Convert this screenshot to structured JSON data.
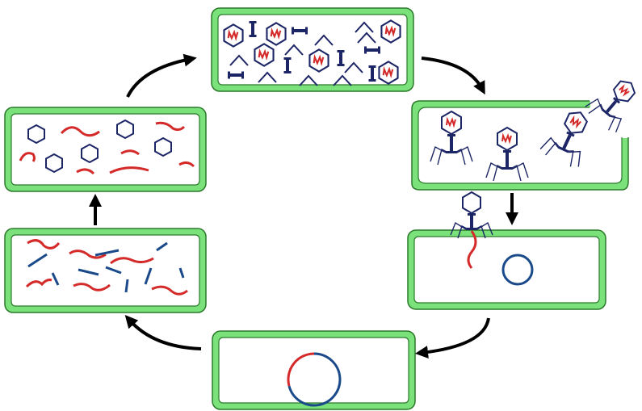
{
  "diagram": {
    "type": "lytic-cycle",
    "stages": [
      {
        "id": "assembly"
      },
      {
        "id": "release"
      },
      {
        "id": "attachment"
      },
      {
        "id": "circularization"
      },
      {
        "id": "replication"
      },
      {
        "id": "biosynthesis"
      }
    ],
    "colors": {
      "cell_border": "#7be27b",
      "cell_border_dark": "#2a7a2a",
      "phage_dna": "#d42a2a",
      "host_dna": "#1a4a8a",
      "capsid": "#1c2566",
      "arrow": "#000000"
    },
    "icons": [
      "phage-head-icon",
      "phage-tail-icon",
      "tail-fiber-icon",
      "phage-icon",
      "circular-dna-icon",
      "dna-fragment-icon",
      "cycle-arrow-icon"
    ]
  }
}
